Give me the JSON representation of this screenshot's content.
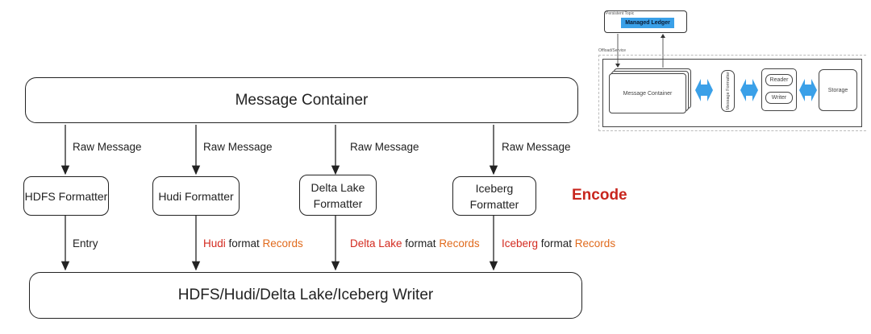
{
  "main": {
    "message_container": "Message Container",
    "writer": "HDFS/Hudi/Delta Lake/Iceberg Writer",
    "encode_label": "Encode",
    "raw_message_label": "Raw Message",
    "formatters": [
      {
        "line1": "HDFS Formatter",
        "line2": ""
      },
      {
        "line1": "Hudi Formatter",
        "line2": ""
      },
      {
        "line1": "Delta Lake",
        "line2": "Formatter"
      },
      {
        "line1": "Iceberg",
        "line2": "Formatter"
      }
    ],
    "outputs": [
      {
        "name": "Entry",
        "mid": "",
        "records": ""
      },
      {
        "name": "Hudi",
        "mid": " format ",
        "records": "Records"
      },
      {
        "name": "Delta Lake",
        "mid": " format ",
        "records": "Records"
      },
      {
        "name": "Iceberg",
        "mid": " format ",
        "records": "Records"
      }
    ]
  },
  "inset": {
    "persistent_topic": "Persistent Topic",
    "managed_ledger": "Managed Ledger",
    "offload_service": "Offload/Service",
    "message_container": "Message Container",
    "message_formatter": "Message Formatter",
    "reader": "Reader",
    "writer": "Writer",
    "storage": "Storage"
  },
  "colors": {
    "accent_red": "#d32a1f",
    "accent_orange": "#e06a1c",
    "inset_blue": "#3aa0e8"
  }
}
